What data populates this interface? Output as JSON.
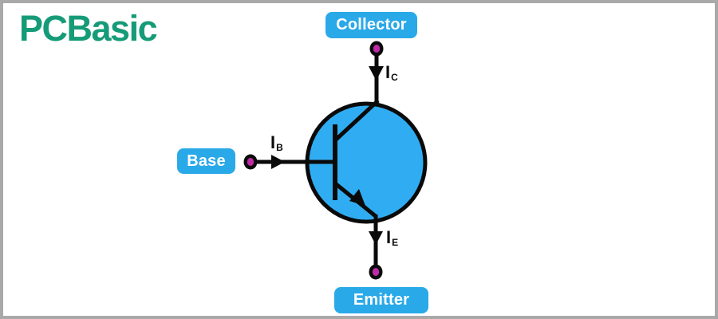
{
  "logo": {
    "text": "PCBasic"
  },
  "badges": {
    "collector": "Collector",
    "base": "Base",
    "emitter": "Emitter"
  },
  "currents": {
    "collector": {
      "symbol": "I",
      "subscript": "C"
    },
    "base": {
      "symbol": "I",
      "subscript": "B"
    },
    "emitter": {
      "symbol": "I",
      "subscript": "E"
    }
  },
  "colors": {
    "badge_blue": "#2AA9E9",
    "transistor_fill_blue": "#30ADF2",
    "terminal_dot_magenta": "#C02AA6",
    "logo_green": "#159B77",
    "line_black": "#0A0A0A",
    "frame_gray": "#A9A9A9"
  }
}
